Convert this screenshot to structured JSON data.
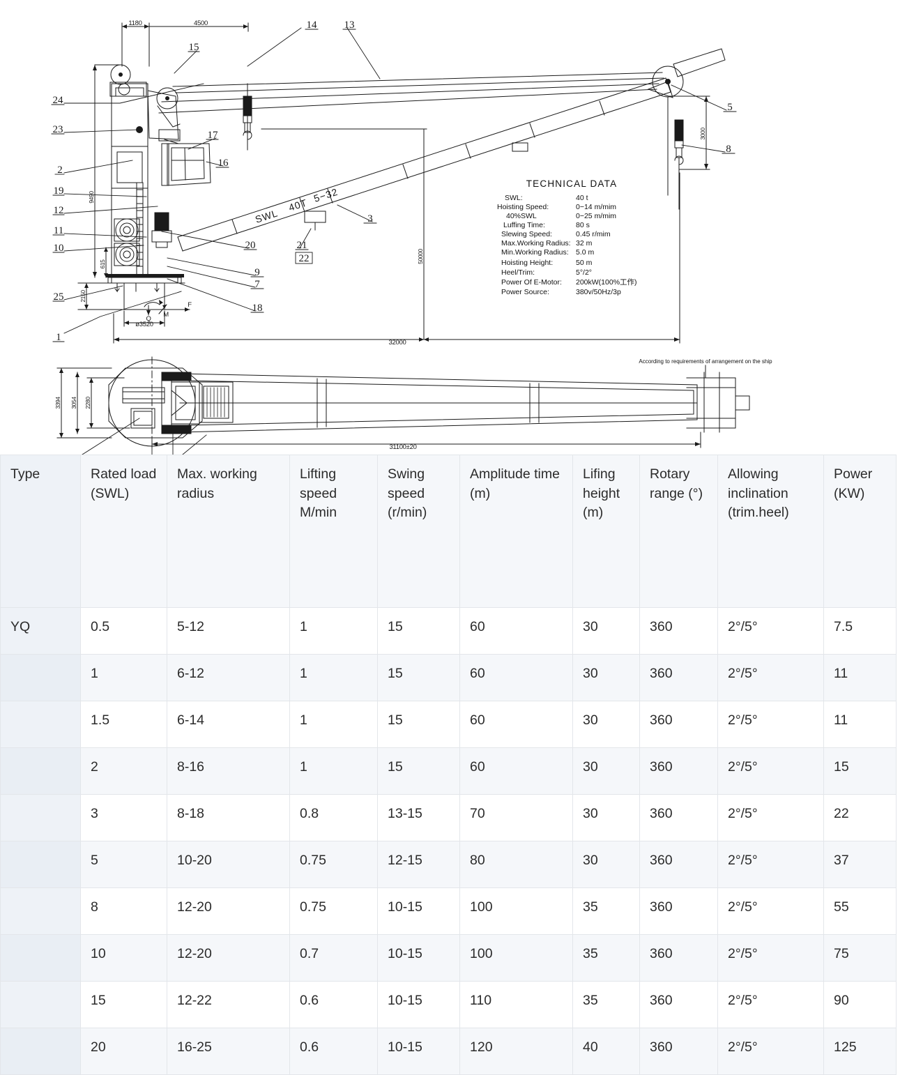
{
  "drawing": {
    "title": "marine crane general arrangement drawing",
    "technical_data": {
      "title": "TECHNICAL  DATA",
      "rows": [
        {
          "label": "SWL:",
          "value": "40   t"
        },
        {
          "label": "Hoisting Speed:",
          "value": "0−14  m/mim"
        },
        {
          "label": "40%SWL",
          "value": "0−25  m/mim"
        },
        {
          "label": "Luffing Time:",
          "value": "80  s"
        },
        {
          "label": "Slewing Speed:",
          "value": "0.45  r/mim"
        },
        {
          "label": "Max.Working Radius:",
          "value": "32   m"
        },
        {
          "label": "Min.Working Radius:",
          "value": "5.0  m"
        },
        {
          "label": "Hoisting Height:",
          "value": "50   m"
        },
        {
          "label": "Heel/Trim:",
          "value": "5°/2°"
        },
        {
          "label": "Power Of E-Motor:",
          "value": "200kW(100%工作)"
        },
        {
          "label": "Power Source:",
          "value": "380v/50Hz/3p"
        }
      ]
    },
    "boom_label": {
      "swl": "SWL",
      "load": "40T",
      "radius": "5−32"
    },
    "ship_note": "According to requirements of arrangement on the ship",
    "callouts": [
      {
        "id": "1"
      },
      {
        "id": "2"
      },
      {
        "id": "3"
      },
      {
        "id": "5"
      },
      {
        "id": "7"
      },
      {
        "id": "8"
      },
      {
        "id": "9"
      },
      {
        "id": "10"
      },
      {
        "id": "11"
      },
      {
        "id": "12"
      },
      {
        "id": "13"
      },
      {
        "id": "14"
      },
      {
        "id": "15"
      },
      {
        "id": "16"
      },
      {
        "id": "17"
      },
      {
        "id": "18"
      },
      {
        "id": "19"
      },
      {
        "id": "20"
      },
      {
        "id": "21"
      },
      {
        "id": "22"
      },
      {
        "id": "23"
      },
      {
        "id": "24"
      },
      {
        "id": "25"
      }
    ],
    "dimensions": {
      "d_1180": "1180",
      "d_4500": "4500",
      "d_3000": "3000",
      "d_9490": "9490",
      "d_615": "615",
      "d_2150": "2150",
      "d_3520": "ø3520",
      "d_32000": "32000",
      "d_50000": "50000",
      "d_3394": "3394",
      "d_3054": "3054",
      "d_2280": "2280",
      "d_31100": "31100±20"
    },
    "load_markers": {
      "q": "Q",
      "m": "M",
      "f": "F"
    }
  },
  "spec_table": {
    "headers": [
      "Type",
      "Rated load (SWL)",
      "Max. working radius",
      "Lifting speed M/min",
      "Swing speed (r/min)",
      "Amplitude time (m)",
      "Lifing height (m)",
      "Rotary range (°)",
      "Allowing inclination (trim.heel)",
      "Power (KW)"
    ],
    "rows": [
      [
        "YQ",
        "0.5",
        "5-12",
        "1",
        "15",
        "60",
        "30",
        "360",
        "2°/5°",
        "7.5"
      ],
      [
        "",
        "1",
        "6-12",
        "1",
        "15",
        "60",
        "30",
        "360",
        "2°/5°",
        "11"
      ],
      [
        "",
        "1.5",
        "6-14",
        "1",
        "15",
        "60",
        "30",
        "360",
        "2°/5°",
        "11"
      ],
      [
        "",
        "2",
        "8-16",
        "1",
        "15",
        "60",
        "30",
        "360",
        "2°/5°",
        "15"
      ],
      [
        "",
        "3",
        "8-18",
        "0.8",
        "13-15",
        "70",
        "30",
        "360",
        "2°/5°",
        "22"
      ],
      [
        "",
        "5",
        "10-20",
        "0.75",
        "12-15",
        "80",
        "30",
        "360",
        "2°/5°",
        "37"
      ],
      [
        "",
        "8",
        "12-20",
        "0.75",
        "10-15",
        "100",
        "35",
        "360",
        "2°/5°",
        "55"
      ],
      [
        "",
        "10",
        "12-20",
        "0.7",
        "10-15",
        "100",
        "35",
        "360",
        "2°/5°",
        "75"
      ],
      [
        "",
        "15",
        "12-22",
        "0.6",
        "10-15",
        "110",
        "35",
        "360",
        "2°/5°",
        "90"
      ],
      [
        "",
        "20",
        "16-25",
        "0.6",
        "10-15",
        "120",
        "40",
        "360",
        "2°/5°",
        "125"
      ]
    ]
  },
  "colors": {
    "header_bg": "#f5f7fa",
    "type_bg": "#eef2f7",
    "border": "#e3e6ea",
    "text": "#2b2b2b",
    "line": "#1a1a1a"
  }
}
